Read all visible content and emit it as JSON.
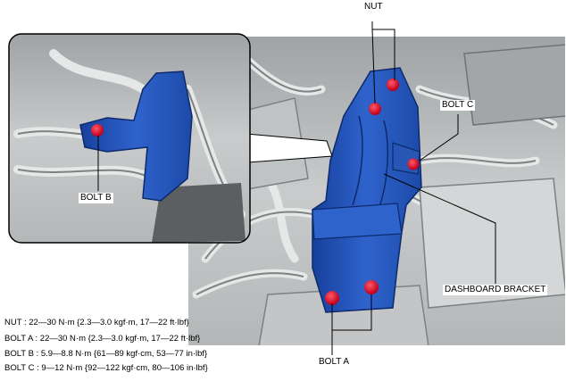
{
  "labels": {
    "nut": "NUT",
    "bolt_a": "BOLT A",
    "bolt_b": "BOLT B",
    "bolt_c": "BOLT C",
    "dashboard_bracket": "DASHBOARD BRACKET"
  },
  "torques": [
    "NUT : 22—30 N·m {2.3—3.0 kgf·m, 17—22 ft·lbf}",
    "BOLT A : 22—30 N·m {2.3—3.0 kgf·m, 17—22 ft·lbf}",
    "BOLT B : 5.9—8.8 N·m {61—89 kgf·cm, 53—77 in·lbf}",
    "BOLT C : 9—12 N·m {92—122 kgf·cm, 80—106 in·lbf}"
  ],
  "colors": {
    "bracket_blue": "#2552b8",
    "bolt_red": "#e0102a",
    "engine_gray": "#b9bcbd"
  }
}
